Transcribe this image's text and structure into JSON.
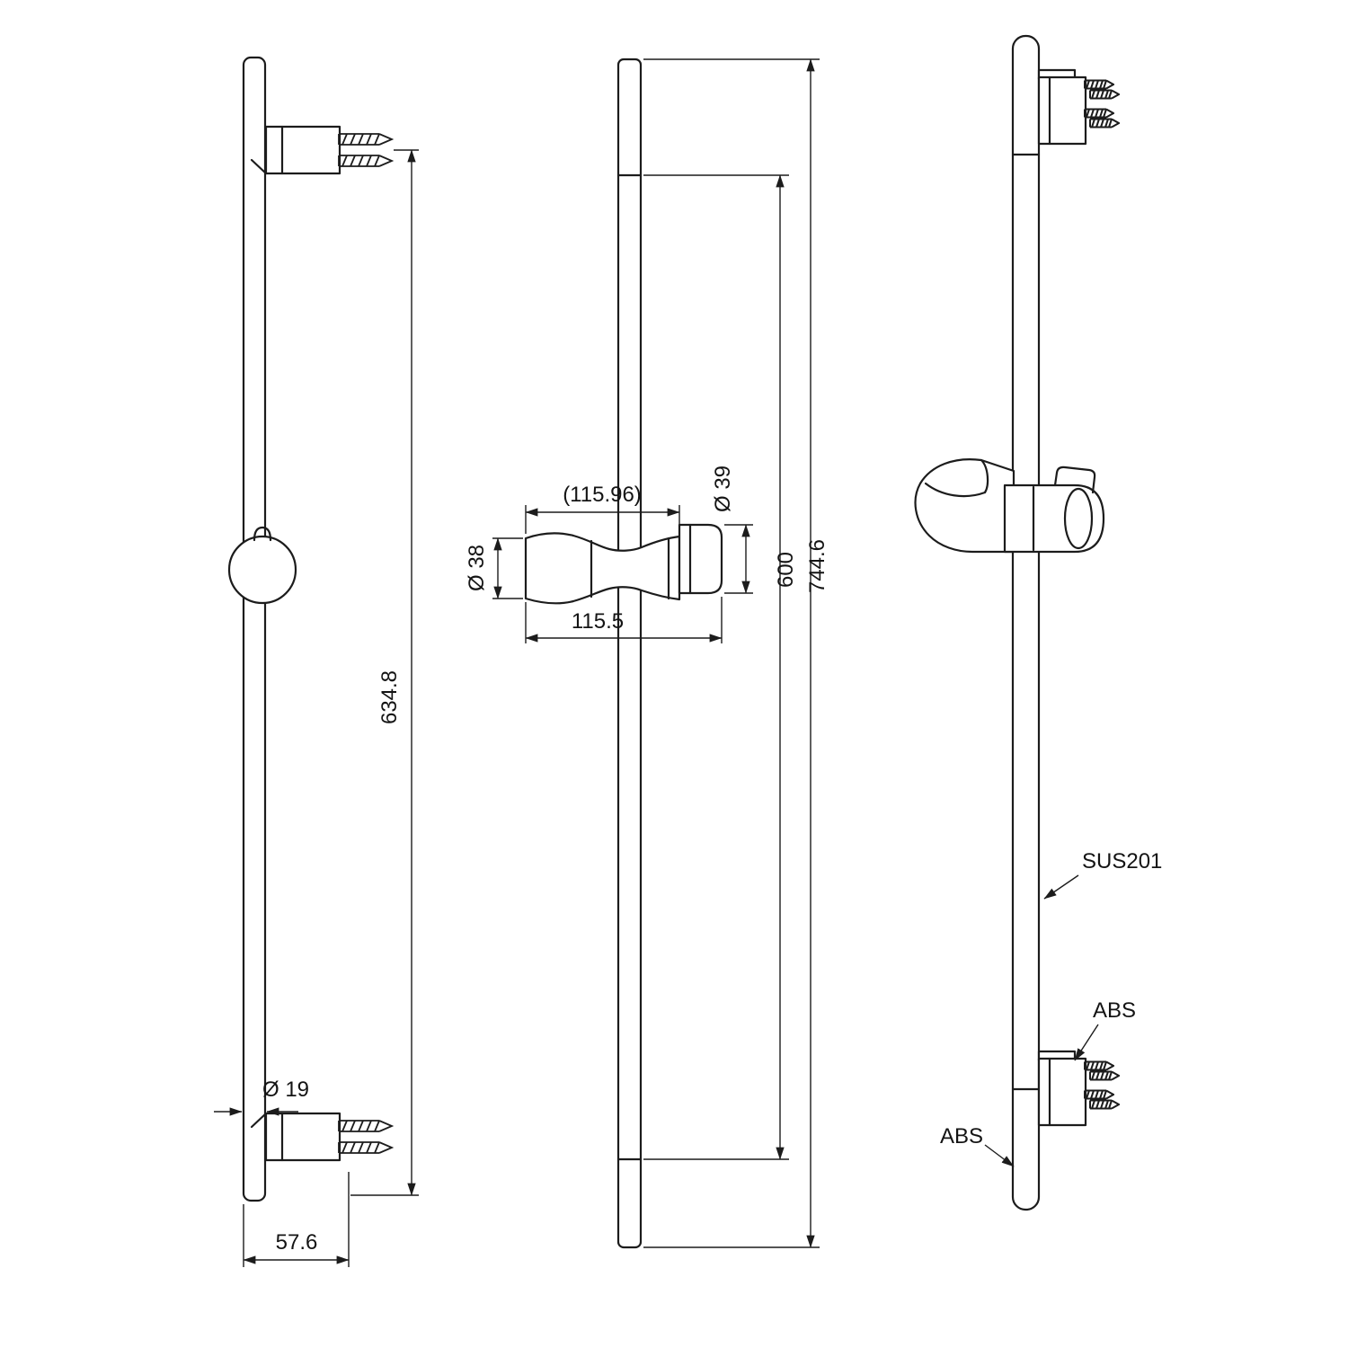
{
  "colors": {
    "background": "#ffffff",
    "line": "#1c1c1c",
    "text": "#141414"
  },
  "views": {
    "left": {
      "dim_mount_span": "634.8",
      "dim_rail_diameter": "Ø 19",
      "dim_wall_offset": "57.6"
    },
    "front": {
      "dim_holder_ref_width": "(115.96)",
      "dim_holder_width": "115.5",
      "dim_holder_diameter": "Ø 38",
      "dim_knob_diameter": "Ø 39",
      "dim_bar_length": "600",
      "dim_total_length": "744.6"
    },
    "perspective": {
      "label_rail_material": "SUS201",
      "label_bracket_material_upper": "ABS",
      "label_bracket_material_lower": "ABS"
    }
  }
}
